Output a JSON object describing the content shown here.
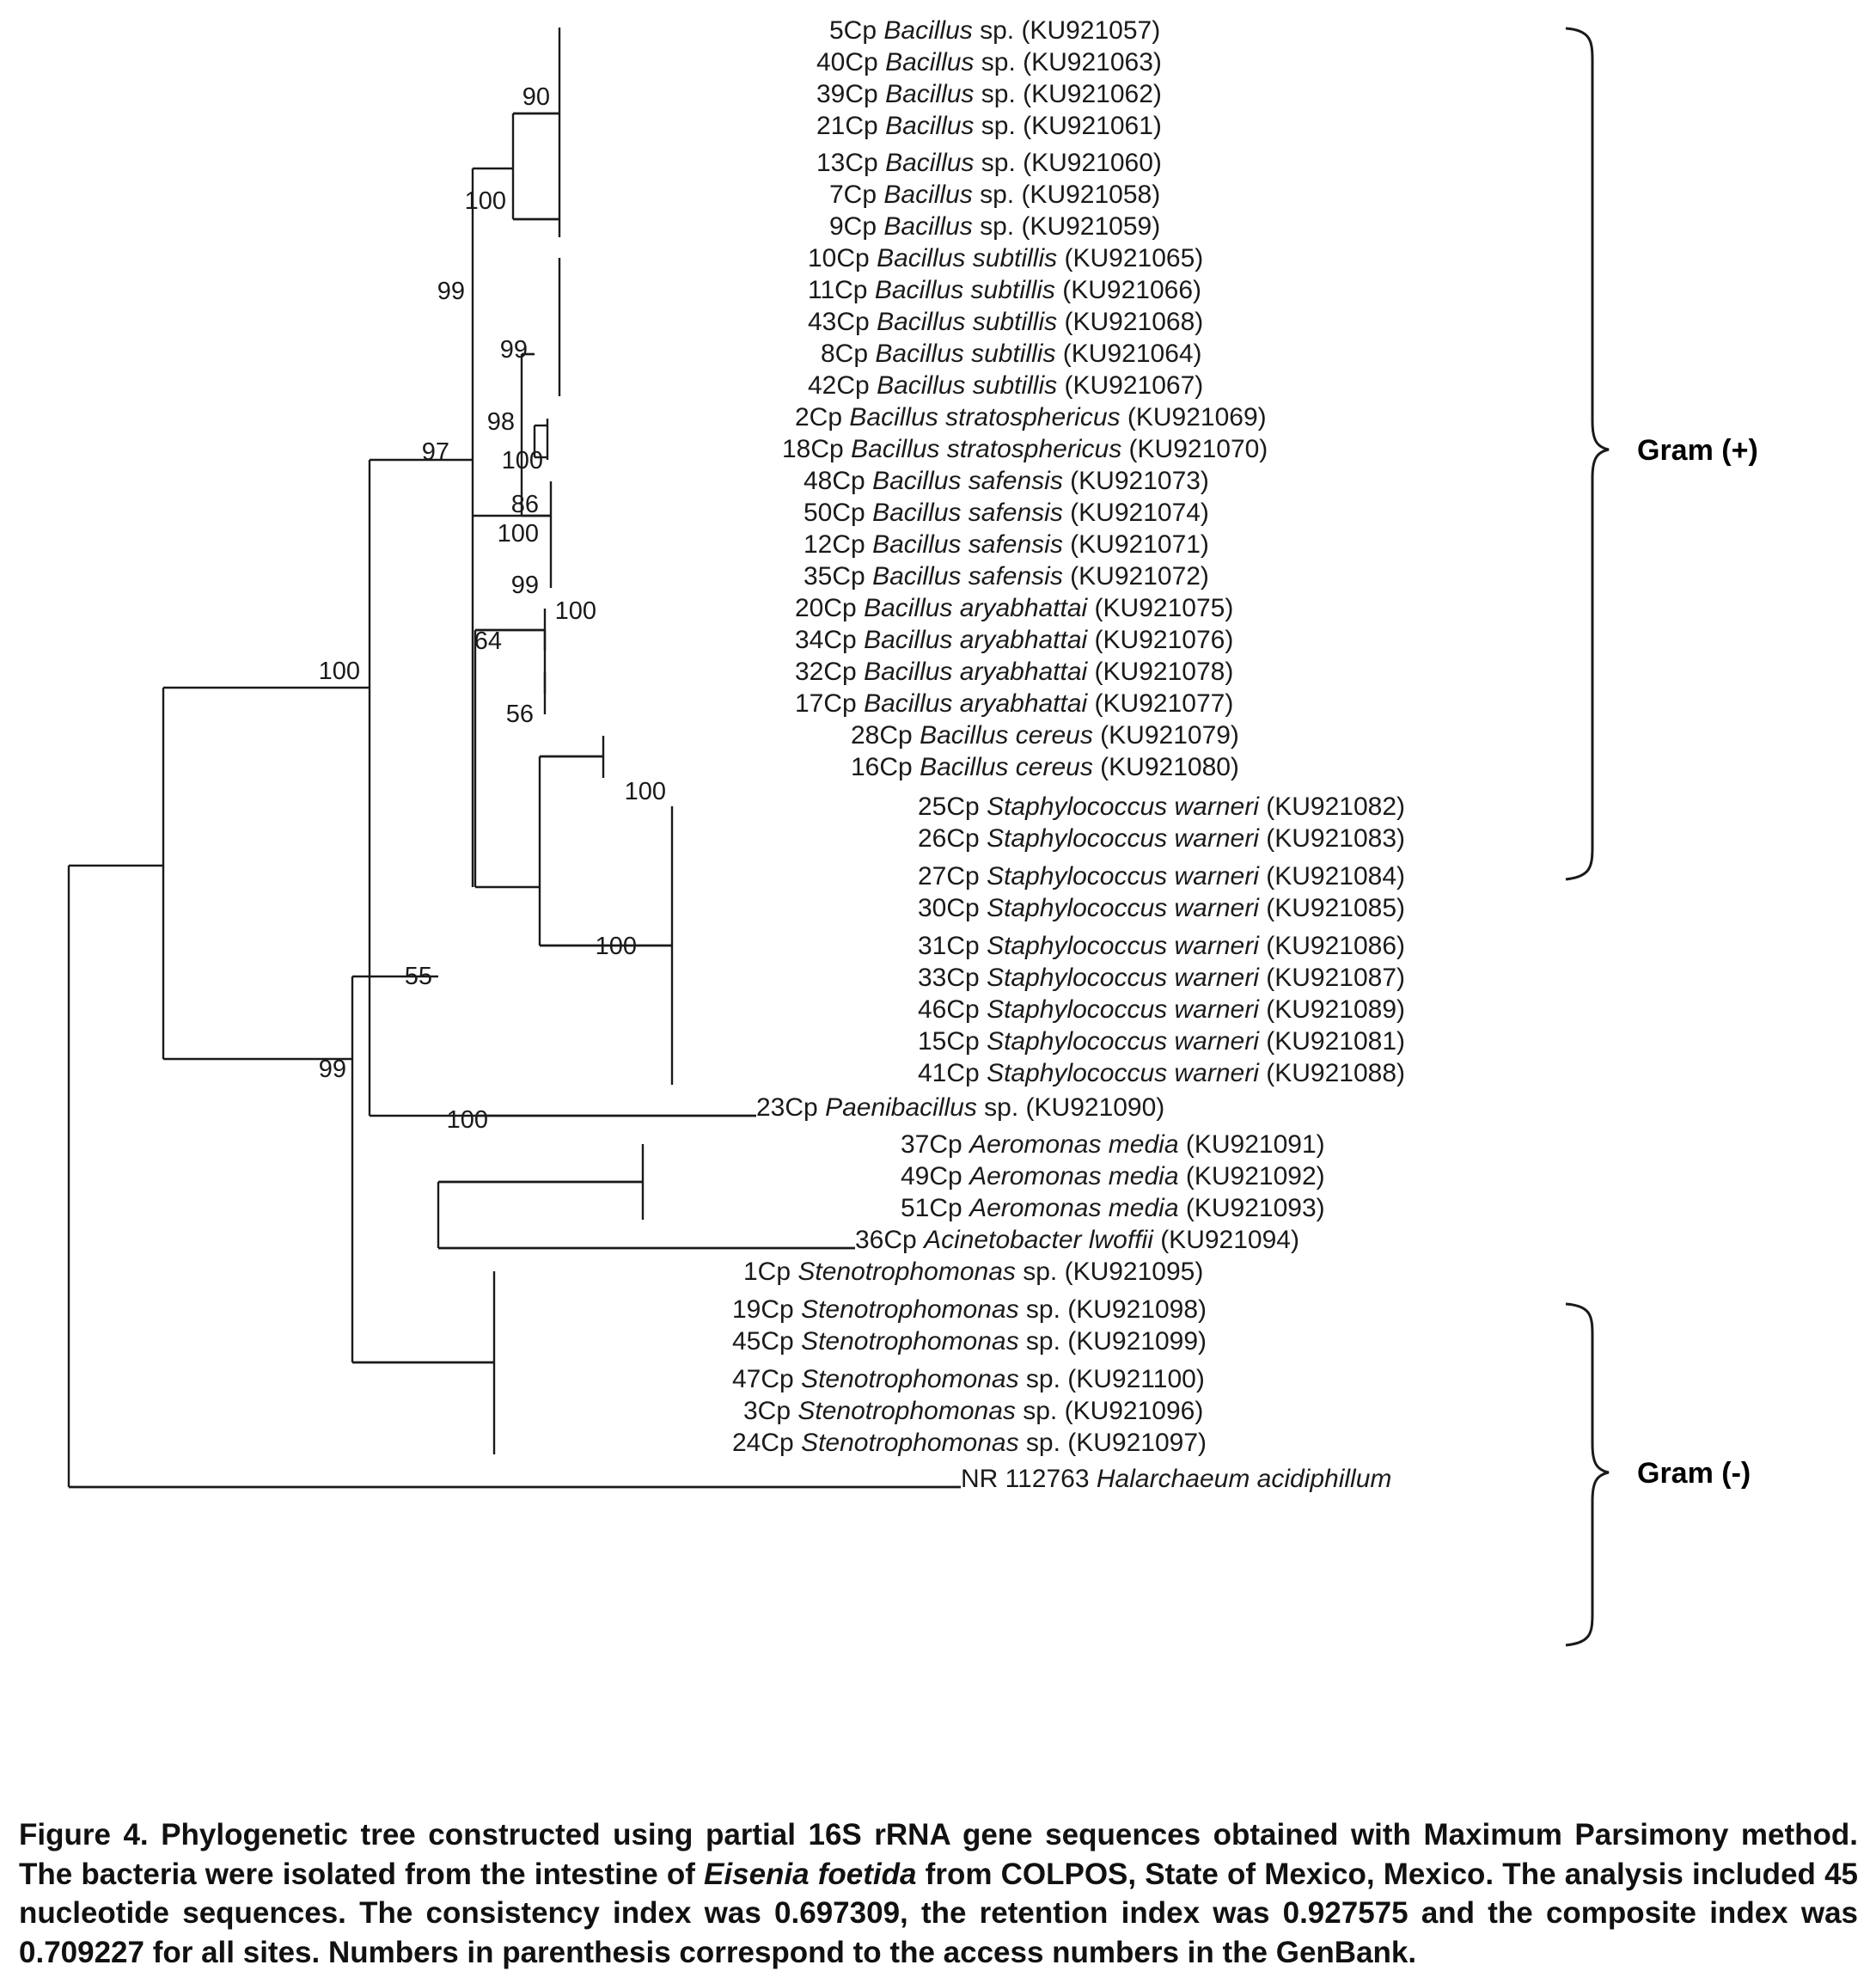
{
  "figure": {
    "caption_prefix": "Figure 4.",
    "caption_part1": " Phylogenetic tree constructed using partial 16S rRNA gene sequences obtained with Maximum Parsimony method. The bacteria were isolated from the intestine of ",
    "caption_italic": "Eisenia foetida",
    "caption_part2": " from COLPOS, State of Mexico, Mexico. The analysis included 45 nucleotide sequences. The consistency index was 0.697309, the retention index was 0.927575 and the composite index was 0.709227 for all sites. Numbers in parenthesis correspond to the access numbers in the GenBank."
  },
  "groups": [
    {
      "label": "Gram (+)"
    },
    {
      "label": "Gram (-)"
    }
  ],
  "chart_data": {
    "type": "tree",
    "title": "Phylogenetic tree of 16S rRNA sequences (Maximum Parsimony)",
    "method": "Maximum Parsimony",
    "n_sequences": 45,
    "consistency_index": 0.697309,
    "retention_index": 0.927575,
    "composite_index": 0.709227,
    "taxa": [
      {
        "id": "5Cp",
        "genus": "Bacillus",
        "species": "sp.",
        "accession": "KU921057",
        "prefix": "5Cp ",
        "italic": "Bacillus",
        "suffix": " sp. (KU921057)"
      },
      {
        "id": "40Cp",
        "genus": "Bacillus",
        "species": "sp.",
        "accession": "KU921063",
        "prefix": "40Cp ",
        "italic": "Bacillus",
        "suffix": " sp. (KU921063)"
      },
      {
        "id": "39Cp",
        "genus": "Bacillus",
        "species": "sp.",
        "accession": "KU921062",
        "prefix": "39Cp ",
        "italic": "Bacillus",
        "suffix": " sp. (KU921062)"
      },
      {
        "id": "21Cp",
        "genus": "Bacillus",
        "species": "sp.",
        "accession": "KU921061",
        "prefix": "21Cp ",
        "italic": "Bacillus",
        "suffix": " sp. (KU921061)"
      },
      {
        "id": "13Cp",
        "genus": "Bacillus",
        "species": "sp.",
        "accession": "KU921060",
        "prefix": "13Cp ",
        "italic": "Bacillus",
        "suffix": " sp. (KU921060)"
      },
      {
        "id": "7Cp",
        "genus": "Bacillus",
        "species": "sp.",
        "accession": "KU921058",
        "prefix": "7Cp ",
        "italic": "Bacillus",
        "suffix": " sp. (KU921058)"
      },
      {
        "id": "9Cp",
        "genus": "Bacillus",
        "species": "sp.",
        "accession": "KU921059",
        "prefix": "9Cp ",
        "italic": "Bacillus",
        "suffix": " sp. (KU921059)"
      },
      {
        "id": "10Cp",
        "genus": "Bacillus",
        "species": "subtillis",
        "accession": "KU921065",
        "prefix": "10Cp ",
        "italic": "Bacillus subtillis",
        "suffix": " (KU921065)"
      },
      {
        "id": "11Cp",
        "genus": "Bacillus",
        "species": "subtillis",
        "accession": "KU921066",
        "prefix": "11Cp ",
        "italic": "Bacillus subtillis",
        "suffix": " (KU921066)"
      },
      {
        "id": "43Cp",
        "genus": "Bacillus",
        "species": "subtillis",
        "accession": "KU921068",
        "prefix": "43Cp ",
        "italic": "Bacillus subtillis",
        "suffix": " (KU921068)"
      },
      {
        "id": "8Cp",
        "genus": "Bacillus",
        "species": "subtillis",
        "accession": "KU921064",
        "prefix": "8Cp ",
        "italic": "Bacillus subtillis",
        "suffix": " (KU921064)"
      },
      {
        "id": "42Cp",
        "genus": "Bacillus",
        "species": "subtillis",
        "accession": "KU921067",
        "prefix": "42Cp ",
        "italic": "Bacillus subtillis",
        "suffix": " (KU921067)"
      },
      {
        "id": "2Cp",
        "genus": "Bacillus",
        "species": "stratosphericus",
        "accession": "KU921069",
        "prefix": "2Cp ",
        "italic": "Bacillus stratosphericus",
        "suffix": " (KU921069)"
      },
      {
        "id": "18Cp",
        "genus": "Bacillus",
        "species": "stratosphericus",
        "accession": "KU921070",
        "prefix": "18Cp ",
        "italic": "Bacillus stratosphericus",
        "suffix": " (KU921070)"
      },
      {
        "id": "48Cp",
        "genus": "Bacillus",
        "species": "safensis",
        "accession": "KU921073",
        "prefix": "48Cp ",
        "italic": "Bacillus safensis",
        "suffix": " (KU921073)"
      },
      {
        "id": "50Cp",
        "genus": "Bacillus",
        "species": "safensis",
        "accession": "KU921074",
        "prefix": "50Cp ",
        "italic": "Bacillus safensis",
        "suffix": " (KU921074)"
      },
      {
        "id": "12Cp",
        "genus": "Bacillus",
        "species": "safensis",
        "accession": "KU921071",
        "prefix": "12Cp ",
        "italic": "Bacillus safensis",
        "suffix": " (KU921071)"
      },
      {
        "id": "35Cp",
        "genus": "Bacillus",
        "species": "safensis",
        "accession": "KU921072",
        "prefix": "35Cp ",
        "italic": "Bacillus safensis",
        "suffix": " (KU921072)"
      },
      {
        "id": "20Cp",
        "genus": "Bacillus",
        "species": "aryabhattai",
        "accession": "KU921075",
        "prefix": "20Cp ",
        "italic": "Bacillus aryabhattai",
        "suffix": " (KU921075)"
      },
      {
        "id": "34Cp",
        "genus": "Bacillus",
        "species": "aryabhattai",
        "accession": "KU921076",
        "prefix": "34Cp ",
        "italic": "Bacillus aryabhattai",
        "suffix": " (KU921076)"
      },
      {
        "id": "32Cp",
        "genus": "Bacillus",
        "species": "aryabhattai",
        "accession": "KU921078",
        "prefix": "32Cp ",
        "italic": "Bacillus aryabhattai",
        "suffix": " (KU921078)"
      },
      {
        "id": "17Cp",
        "genus": "Bacillus",
        "species": "aryabhattai",
        "accession": "KU921077",
        "prefix": "17Cp ",
        "italic": "Bacillus aryabhattai",
        "suffix": " (KU921077)"
      },
      {
        "id": "28Cp",
        "genus": "Bacillus",
        "species": "cereus",
        "accession": "KU921079",
        "prefix": "28Cp ",
        "italic": "Bacillus cereus",
        "suffix": " (KU921079)"
      },
      {
        "id": "16Cp",
        "genus": "Bacillus",
        "species": "cereus",
        "accession": "KU921080",
        "prefix": "16Cp ",
        "italic": "Bacillus cereus",
        "suffix": " (KU921080)"
      },
      {
        "id": "25Cp",
        "genus": "Staphylococcus",
        "species": "warneri",
        "accession": "KU921082",
        "prefix": "25Cp ",
        "italic": "Staphylococcus warneri",
        "suffix": " (KU921082)"
      },
      {
        "id": "26Cp",
        "genus": "Staphylococcus",
        "species": "warneri",
        "accession": "KU921083",
        "prefix": "26Cp ",
        "italic": "Staphylococcus warneri",
        "suffix": " (KU921083)"
      },
      {
        "id": "27Cp",
        "genus": "Staphylococcus",
        "species": "warneri",
        "accession": "KU921084",
        "prefix": "27Cp ",
        "italic": "Staphylococcus warneri",
        "suffix": " (KU921084)"
      },
      {
        "id": "30Cp",
        "genus": "Staphylococcus",
        "species": "warneri",
        "accession": "KU921085",
        "prefix": "30Cp ",
        "italic": "Staphylococcus warneri",
        "suffix": " (KU921085)"
      },
      {
        "id": "31Cp",
        "genus": "Staphylococcus",
        "species": "warneri",
        "accession": "KU921086",
        "prefix": "31Cp ",
        "italic": "Staphylococcus warneri",
        "suffix": " (KU921086)"
      },
      {
        "id": "33Cp",
        "genus": "Staphylococcus",
        "species": "warneri",
        "accession": "KU921087",
        "prefix": "33Cp ",
        "italic": "Staphylococcus warneri",
        "suffix": " (KU921087)"
      },
      {
        "id": "46Cp",
        "genus": "Staphylococcus",
        "species": "warneri",
        "accession": "KU921089",
        "prefix": "46Cp ",
        "italic": "Staphylococcus warneri",
        "suffix": " (KU921089)"
      },
      {
        "id": "15Cp",
        "genus": "Staphylococcus",
        "species": "warneri",
        "accession": "KU921081",
        "prefix": "15Cp ",
        "italic": "Staphylococcus warneri",
        "suffix": " (KU921081)"
      },
      {
        "id": "41Cp",
        "genus": "Staphylococcus",
        "species": "warneri",
        "accession": "KU921088",
        "prefix": "41Cp ",
        "italic": "Staphylococcus warneri",
        "suffix": " (KU921088)"
      },
      {
        "id": "23Cp",
        "genus": "Paenibacillus",
        "species": "sp.",
        "accession": "KU921090",
        "prefix": "23Cp ",
        "italic": "Paenibacillus",
        "suffix": " sp. (KU921090)"
      },
      {
        "id": "37Cp",
        "genus": "Aeromonas",
        "species": "media",
        "accession": "KU921091",
        "prefix": "37Cp ",
        "italic": "Aeromonas media",
        "suffix": " (KU921091)"
      },
      {
        "id": "49Cp",
        "genus": "Aeromonas",
        "species": "media",
        "accession": "KU921092",
        "prefix": "49Cp ",
        "italic": "Aeromonas media",
        "suffix": " (KU921092)"
      },
      {
        "id": "51Cp",
        "genus": "Aeromonas",
        "species": "media",
        "accession": "KU921093",
        "prefix": "51Cp ",
        "italic": "Aeromonas media",
        "suffix": " (KU921093)"
      },
      {
        "id": "36Cp",
        "genus": "Acinetobacter",
        "species": "lwoffii",
        "accession": "KU921094",
        "prefix": "36Cp ",
        "italic": "Acinetobacter lwoffii",
        "suffix": " (KU921094)"
      },
      {
        "id": "1Cp",
        "genus": "Stenotrophomonas",
        "species": "sp.",
        "accession": "KU921095",
        "prefix": "1Cp ",
        "italic": "Stenotrophomonas",
        "suffix": " sp. (KU921095)"
      },
      {
        "id": "19Cp",
        "genus": "Stenotrophomonas",
        "species": "sp.",
        "accession": "KU921098",
        "prefix": "19Cp ",
        "italic": "Stenotrophomonas",
        "suffix": " sp. (KU921098)"
      },
      {
        "id": "45Cp",
        "genus": "Stenotrophomonas",
        "species": "sp.",
        "accession": "KU921099",
        "prefix": "45Cp ",
        "italic": "Stenotrophomonas",
        "suffix": " sp. (KU921099)"
      },
      {
        "id": "47Cp",
        "genus": "Stenotrophomonas",
        "species": "sp.",
        "accession": "KU921100",
        "prefix": "47Cp ",
        "italic": "Stenotrophomonas",
        "suffix": " sp. (KU921100)"
      },
      {
        "id": "3Cp",
        "genus": "Stenotrophomonas",
        "species": "sp.",
        "accession": "KU921096",
        "prefix": "3Cp ",
        "italic": "Stenotrophomonas",
        "suffix": " sp. (KU921096)"
      },
      {
        "id": "24Cp",
        "genus": "Stenotrophomonas",
        "species": "sp.",
        "accession": "KU921097",
        "prefix": "24Cp ",
        "italic": "Stenotrophomonas",
        "suffix": " sp. (KU921097)"
      },
      {
        "id": "NR112763",
        "genus": "Halarchaeum",
        "species": "acidiphillum",
        "accession": "NR 112763",
        "prefix": "NR 112763 ",
        "italic": "Halarchaeum acidiphillum",
        "suffix": ""
      }
    ],
    "bootstrap_values": [
      90,
      100,
      99,
      99,
      98,
      100,
      97,
      86,
      100,
      99,
      100,
      64,
      56,
      100,
      100,
      100,
      55,
      99,
      100
    ],
    "node_labels": {
      "bacillus_sp_clade": 90,
      "bacillus_sp_subtillis_clade": 100,
      "subtillis_strato_safensis_clade": 99,
      "stratosphericus_clade": 99,
      "safensis_upper_clade": 98,
      "safensis_clade": 100,
      "gram_pos_major_clade": 97,
      "aryabhattai_pair_upper": 86,
      "aryabhattai_clade": 100,
      "aryabhattai_pair_lower": 99,
      "cereus_clade": 100,
      "aryabhattai_cereus_staph_clade": 64,
      "cereus_staph_clade": 56,
      "staph_warneri_clade": 100,
      "gram_pos_root": 100,
      "aeromonas_clade": 100,
      "aeromonas_acineto_clade": 55,
      "gram_neg_root": 99,
      "stenotrophomonas_clade": 100
    }
  }
}
